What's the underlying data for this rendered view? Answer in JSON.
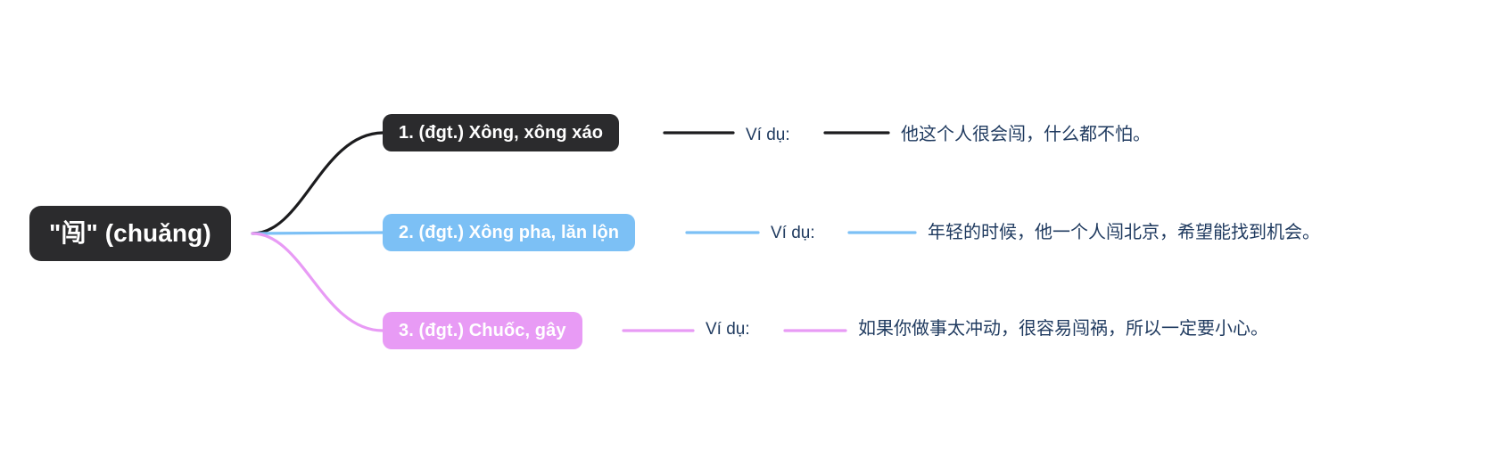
{
  "diagram": {
    "type": "mind-map",
    "title": "\"闯\" (chuǎng)",
    "background_color": "#ffffff",
    "root": {
      "label": "\"闯\" (chuǎng)",
      "fill_color": "#2b2b2d",
      "text_color": "#ffffff"
    },
    "branches": [
      {
        "id": "branch-1",
        "node_label": "1. (đgt.) Xông, xông xáo",
        "fill_color": "#2b2b2d",
        "text_color": "#ffffff",
        "connector_color": "#1c1c1e",
        "example_label": "Ví dụ:",
        "example_text": "他这个人很会闯，什么都不怕。"
      },
      {
        "id": "branch-2",
        "node_label": "2. (đgt.) Xông pha, lăn lộn",
        "fill_color": "#7cc0f5",
        "text_color": "#ffffff",
        "connector_color": "#7cc0f5",
        "example_label": "Ví dụ:",
        "example_text": "年轻的时候，他一个人闯北京，希望能找到机会。"
      },
      {
        "id": "branch-3",
        "node_label": "3. (đgt.) Chuốc, gây",
        "fill_color": "#e89bf5",
        "text_color": "#ffffff",
        "connector_color": "#e89bf5",
        "example_label": "Ví dụ:",
        "example_text": "如果你做事太冲动，很容易闯祸，所以一定要小心。"
      }
    ],
    "text_color_examples": "#1f3a5f"
  }
}
